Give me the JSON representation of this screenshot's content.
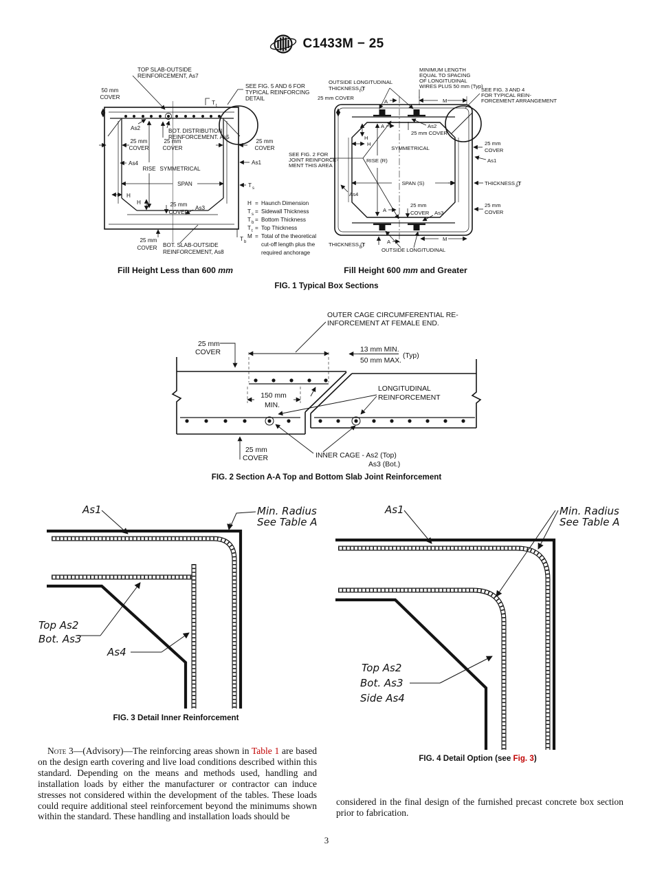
{
  "header": {
    "title": "C1433M − 25"
  },
  "common": {
    "cover25_1": "25 mm",
    "cover25_2": "COVER"
  },
  "fig1": {
    "left": {
      "top_reinf_1": "TOP SLAB-OUTSIDE",
      "top_reinf_2": "REINFORCEMENT, As7",
      "cover50_1": "50 mm",
      "cover50_2": "COVER",
      "see56_1": "SEE FIG. 5 AND 6 FOR",
      "see56_2": "TYPICAL REINFORCING",
      "see56_3": "DETAIL",
      "as2": "As2",
      "bot_dist_1": "BOT. DISTRIBUTION",
      "bot_dist_2": "REINFORCEMENT. As5",
      "as4": "As4",
      "rise": "RISE",
      "sym": "SYMMETRICAL",
      "span": "SPAN",
      "h": "H",
      "as3": "As3",
      "bot_reinf_1": "BOT. SLAB-OUTSIDE",
      "bot_reinf_2": "REINFORCEMENT, As8",
      "as1": "As1"
    },
    "right": {
      "minlen_1": "MINIMUM LENGTH",
      "minlen_2": "EQUAL TO SPACING",
      "minlen_3": "OF LONGITUDINAL",
      "minlen_4": "WIRES PLUS 50 mm (Typ)",
      "outlong_1": "OUTSIDE LONGITUDINAL",
      "thickness_pre": "THICKNESS (T",
      "thickness_post": ")",
      "sub_t": "t",
      "sub_s": "s",
      "sub_b": "b",
      "cover25_line": "25 mm COVER",
      "see34_1": "SEE FIG. 3 AND 4",
      "see34_2": "FOR TYPICAL REIN-",
      "see34_3": "FORCEMENT ARRANGEMENT",
      "see2_1": "SEE FIG. 2 FOR",
      "see2_2": "JOINT REINFORCE-",
      "see2_3": "MENT THIS AREA",
      "sym": "SYMMETRICAL",
      "rise": "RISE (R)",
      "span": "SPAN (S)",
      "as1": "As1",
      "as2": "As2",
      "as3": "As3",
      "as4": "As4",
      "outside_long": "OUTSIDE LONGITUDINAL",
      "m": "M",
      "a": "A",
      "h": "H"
    },
    "legend": {
      "sym_h": "H",
      "sym_m": "M",
      "sym_t": "T",
      "sub_s": "s",
      "sub_b": "b",
      "sub_t": "t",
      "eq": "=",
      "h_def": "Haunch Dimension",
      "ts_def": "Sidewall Thickness",
      "tb_def": "Bottom Thickness",
      "tt_def": "Top Thickness",
      "m_def_1": "Total of the theoretical",
      "m_def_2": "cut-off length plus the",
      "m_def_3": "required anchorage"
    },
    "caption_left_1": "Fill Height Less than 600 ",
    "caption_left_mm": "mm",
    "caption_right_1": "Fill Height 600 ",
    "caption_right_mm": "mm",
    "caption_right_2": " and Greater",
    "caption": "FIG. 1 Typical Box Sections"
  },
  "fig2": {
    "outer_cage_1": "OUTER CAGE CIRCUMFERENTIAL RE-",
    "outer_cage_2": "INFORCEMENT AT FEMALE END.",
    "gap_min": "13 mm MIN.",
    "gap_max": "50 mm MAX.",
    "gap_typ": "(Typ)",
    "long_1": "LONGITUDINAL",
    "long_2": "REINFORCEMENT",
    "min150_1": "150 mm",
    "min150_2": "MIN.",
    "inner_1": "INNER CAGE - As2 (Top)",
    "inner_2": "As3 (Bot.)",
    "caption": "FIG. 2 Section A-A Top and Bottom Slab Joint Reinforcement"
  },
  "fig3": {
    "as1": "As1",
    "min_radius_1": "Min. Radius",
    "min_radius_2": "See Table A",
    "top_as2": "Top As2",
    "bot_as3": "Bot. As3",
    "as4": "As4",
    "caption": "FIG. 3 Detail Inner Reinforcement"
  },
  "fig4": {
    "as1": "As1",
    "min_radius_1": "Min. Radius",
    "min_radius_2": "See Table A",
    "top_as2": "Top As2",
    "bot_as3": "Bot. As3",
    "side_as4": "Side As4",
    "caption_pre": "FIG. 4 Detail Option (see ",
    "caption_link": "Fig. 3",
    "caption_post": ")"
  },
  "note": {
    "label": "Note",
    "part1": " 3—(Advisory)—The reinforcing areas shown in ",
    "link": "Table 1",
    "part2": " are based on the design earth covering and live load conditions described within this standard. Depending on the means and methods used, handling and installation loads by either the manufacturer or contractor can induce stresses not considered within the development of the tables. These loads could require additional steel reinforcement beyond the minimums shown within the standard. These handling and installation loads should be",
    "continuation": "considered in the final design of the furnished precast concrete box section prior to fabrication."
  },
  "page_number": "3",
  "colors": {
    "link_red": "#C00000",
    "ink": "#141414"
  }
}
